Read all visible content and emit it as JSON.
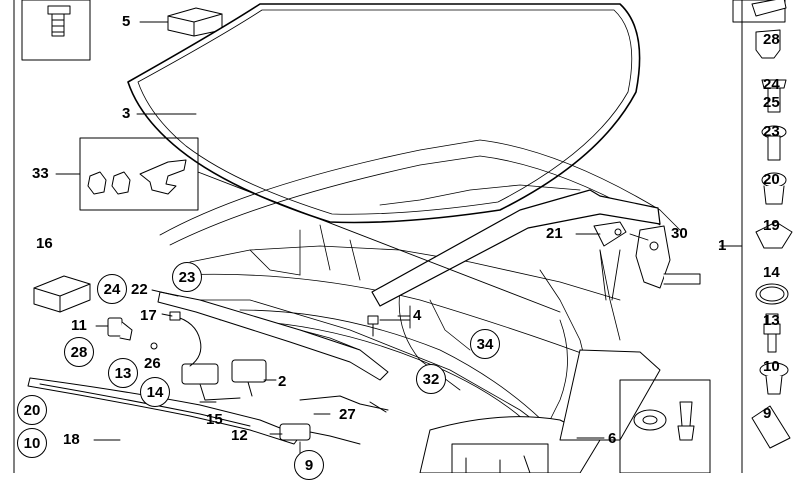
{
  "callouts": {
    "c1": "1",
    "c2": "2",
    "c3": "3",
    "c4": "4",
    "c5": "5",
    "c6": "6",
    "c11": "11",
    "c12": "12",
    "c15": "15",
    "c16": "16",
    "c17": "17",
    "c18": "18",
    "c21": "21",
    "c22": "22",
    "c26": "26",
    "c27": "27",
    "c30": "30",
    "c33": "33"
  },
  "circled": {
    "c9": "9",
    "c10": "10",
    "c13": "13",
    "c14": "14",
    "c20": "20",
    "c23": "23",
    "c24": "24",
    "c28": "28",
    "c32": "32",
    "c34": "34"
  },
  "sidebar": {
    "items": [
      {
        "label": "28"
      },
      {
        "label": "24",
        "label2": "25"
      },
      {
        "label": "23"
      },
      {
        "label": "20"
      },
      {
        "label": "19"
      },
      {
        "label": "14"
      },
      {
        "label": "13"
      },
      {
        "label": "10"
      },
      {
        "label": "9"
      }
    ]
  },
  "icons": {
    "diagram": "convertible-soft-top-exploded-view",
    "sidebar": [
      "clip",
      "expansion-rivet",
      "screw",
      "screw",
      "push-rivet",
      "clip-cap",
      "o-ring",
      "stud-bolt",
      "push-rivet",
      "sealing-strip"
    ]
  },
  "colors": {
    "line": "#000000",
    "fill": "#ffffff",
    "shade": "#e6e6e6"
  }
}
